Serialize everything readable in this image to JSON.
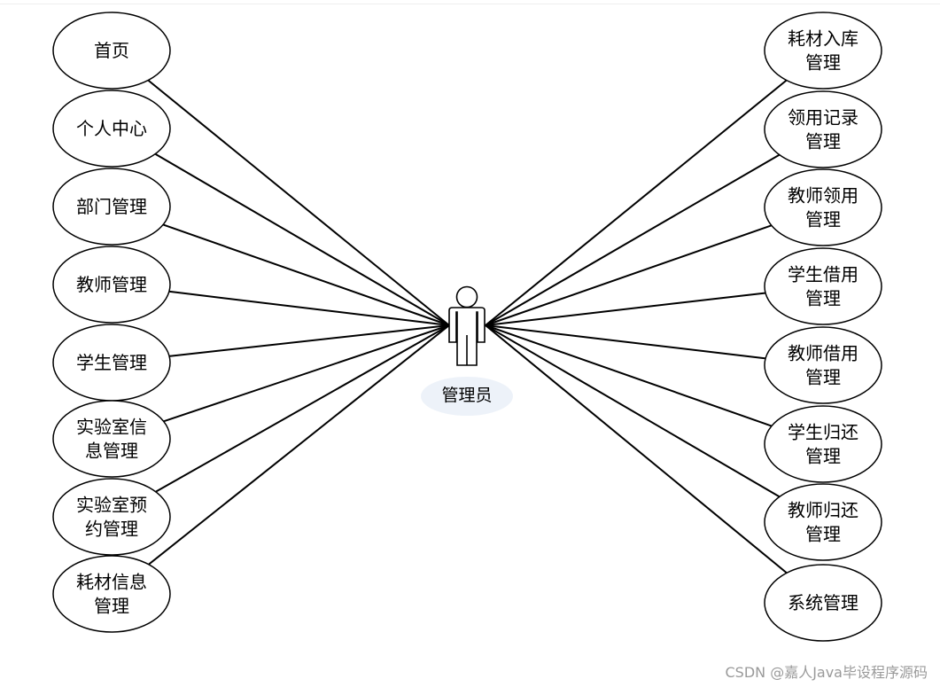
{
  "actor": {
    "label": "管理员",
    "icon": "user-figure-icon"
  },
  "left_use_cases": [
    {
      "lines": [
        "首页"
      ]
    },
    {
      "lines": [
        "个人中心"
      ]
    },
    {
      "lines": [
        "部门管理"
      ]
    },
    {
      "lines": [
        "教师管理"
      ]
    },
    {
      "lines": [
        "学生管理"
      ]
    },
    {
      "lines": [
        "实验室信",
        "息管理"
      ]
    },
    {
      "lines": [
        "实验室预",
        "约管理"
      ]
    },
    {
      "lines": [
        "耗材信息",
        "管理"
      ]
    }
  ],
  "right_use_cases": [
    {
      "lines": [
        "耗材入库",
        "管理"
      ]
    },
    {
      "lines": [
        "领用记录",
        "管理"
      ]
    },
    {
      "lines": [
        "教师领用",
        "管理"
      ]
    },
    {
      "lines": [
        "学生借用",
        "管理"
      ]
    },
    {
      "lines": [
        "教师借用",
        "管理"
      ]
    },
    {
      "lines": [
        "学生归还",
        "管理"
      ]
    },
    {
      "lines": [
        "教师归还",
        "管理"
      ]
    },
    {
      "lines": [
        "系统管理"
      ]
    }
  ],
  "watermark": "CSDN @嘉人Java毕设程序源码"
}
